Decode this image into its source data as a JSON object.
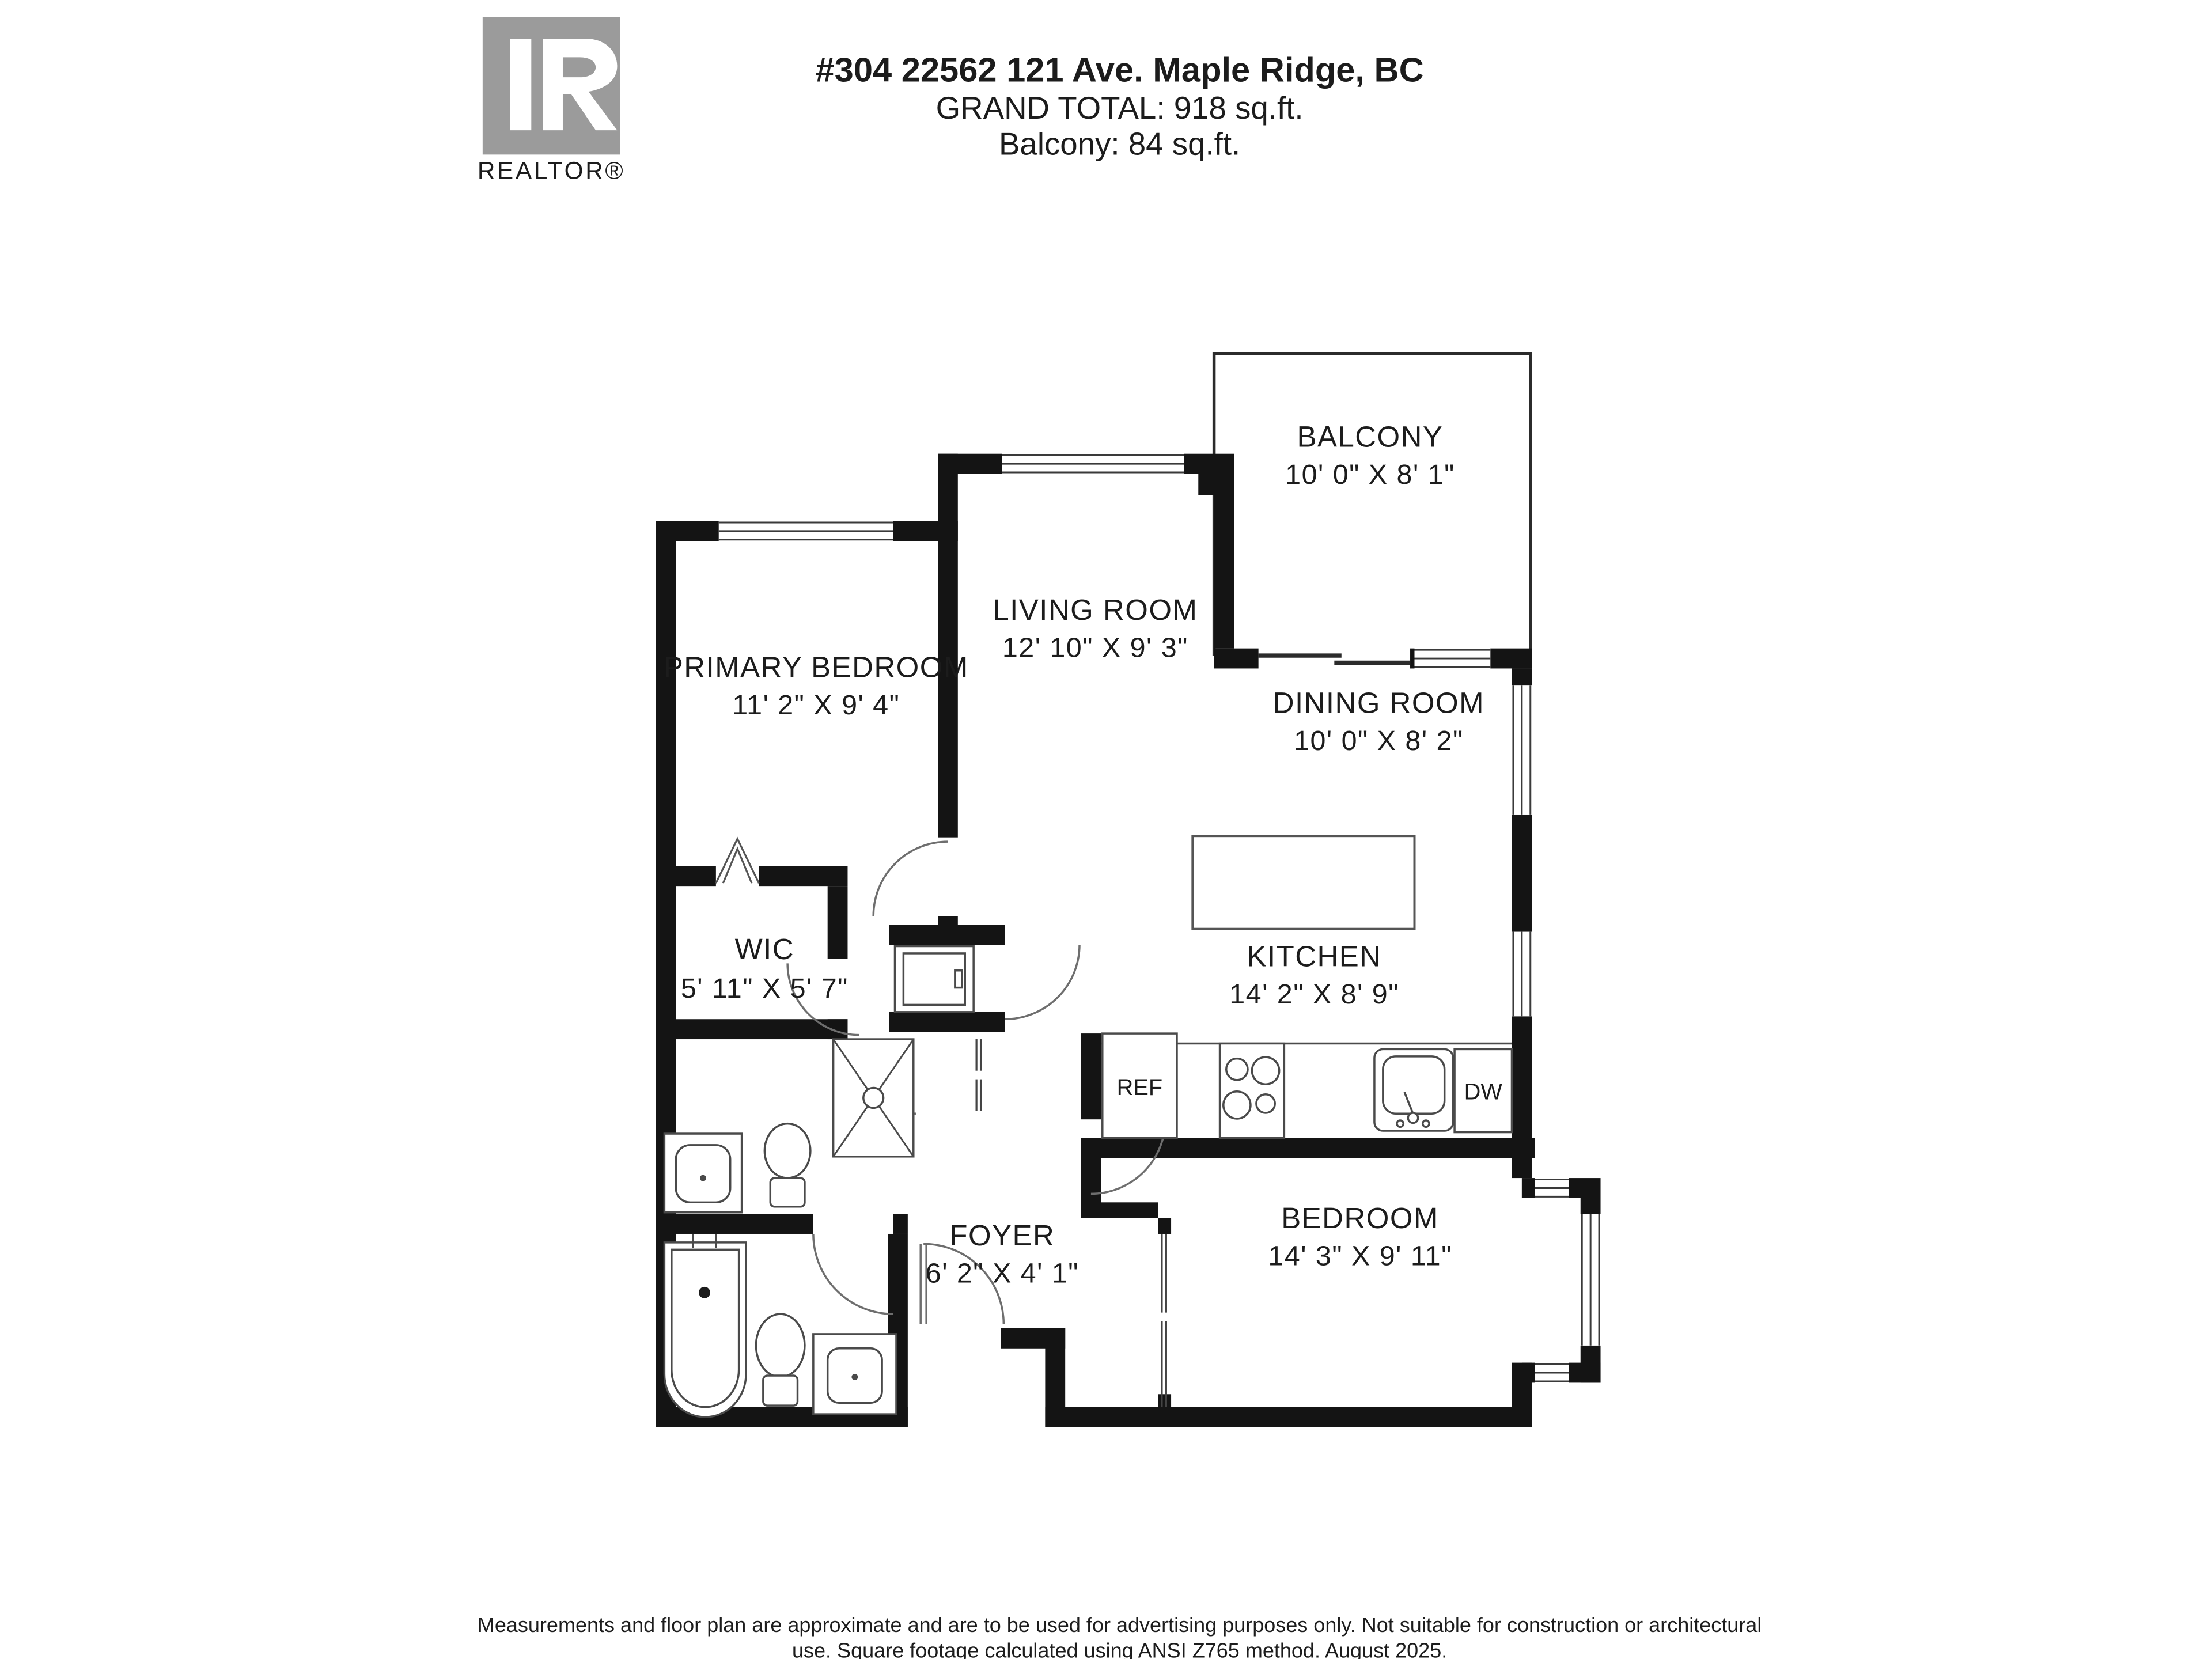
{
  "logo": {
    "letter": "R",
    "label": "REALTOR®",
    "color": "#9b9b9b"
  },
  "header": {
    "address": "#304 22562 121 Ave. Maple Ridge, BC",
    "grand_total": "GRAND TOTAL: 918 sq.ft.",
    "balcony_area": "Balcony:  84 sq.ft."
  },
  "rooms": {
    "balcony": {
      "name": "BALCONY",
      "dims": "10' 0\" X 8' 1\""
    },
    "living": {
      "name": "LIVING ROOM",
      "dims": "12' 10\" X 9' 3\""
    },
    "dining": {
      "name": "DINING ROOM",
      "dims": "10' 0\" X 8' 2\""
    },
    "primary": {
      "name": "PRIMARY BEDROOM",
      "dims": "11' 2\" X 9' 4\""
    },
    "wic": {
      "name": "WIC",
      "dims": "5' 11\" X 5' 7\""
    },
    "kitchen": {
      "name": "KITCHEN",
      "dims": "14' 2\" X 8' 9\""
    },
    "foyer": {
      "name": "FOYER",
      "dims": "6' 2\" X 4' 1\""
    },
    "bedroom": {
      "name": "BEDROOM",
      "dims": "14' 3\" X 9' 11\""
    }
  },
  "appliances": {
    "fridge": "REF",
    "dishwasher": "DW"
  },
  "footer": {
    "line1": "Measurements and floor plan are approximate and are to be used for advertising purposes only. Not suitable for construction or architectural",
    "line2": "use. Square footage calculated using ANSI Z765 method. August 2025."
  },
  "colors": {
    "wall": "#141414",
    "fixture": "#4a4a4a",
    "text": "#1c1c1c",
    "logo": "#9b9b9b"
  }
}
